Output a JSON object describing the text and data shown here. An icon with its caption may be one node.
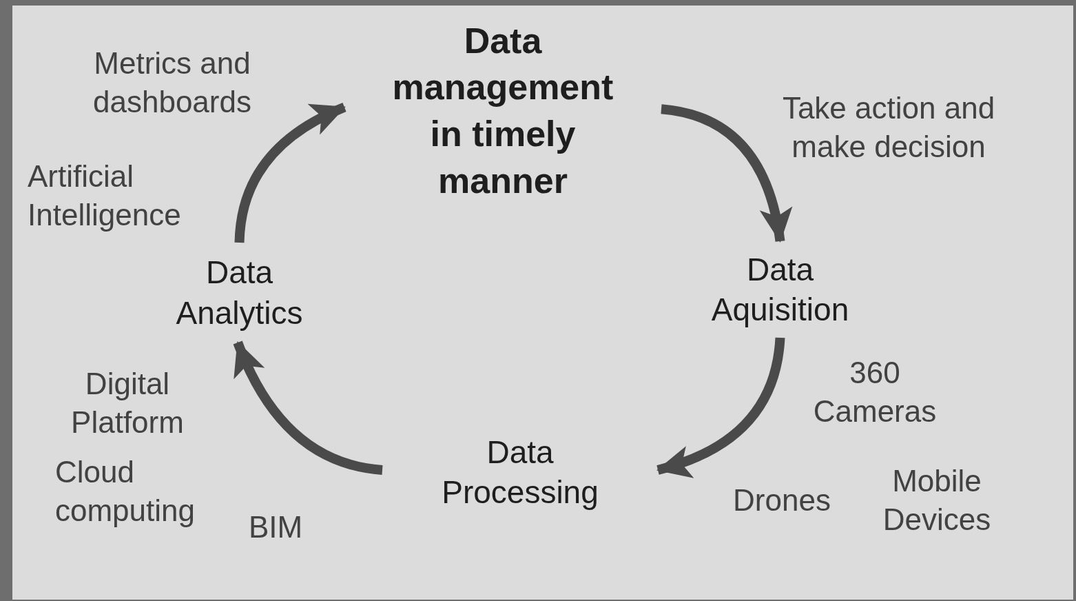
{
  "diagram": {
    "nodes": [
      {
        "text": [
          "Data management in timely manner"
        ]
      },
      {
        "text": [
          "Data Aquisition"
        ]
      },
      {
        "text": [
          "Data Processing"
        ]
      },
      {
        "text": [
          "Data Analytics"
        ]
      }
    ],
    "edges": [
      {
        "from": 0,
        "to": 1,
        "arrow": "to"
      },
      {
        "from": 1,
        "to": 2,
        "arrow": "to"
      },
      {
        "from": 2,
        "to": 3,
        "arrow": "to"
      },
      {
        "from": 3,
        "to": 0,
        "arrow": "to"
      }
    ],
    "labels": [
      "Metrics and dashboards",
      "Take action and make decision",
      "Artificial Intelligence",
      "360 Cameras",
      "Digital Platform",
      "Cloud computing",
      "BIM",
      "Drones",
      "Mobile Devices"
    ]
  }
}
